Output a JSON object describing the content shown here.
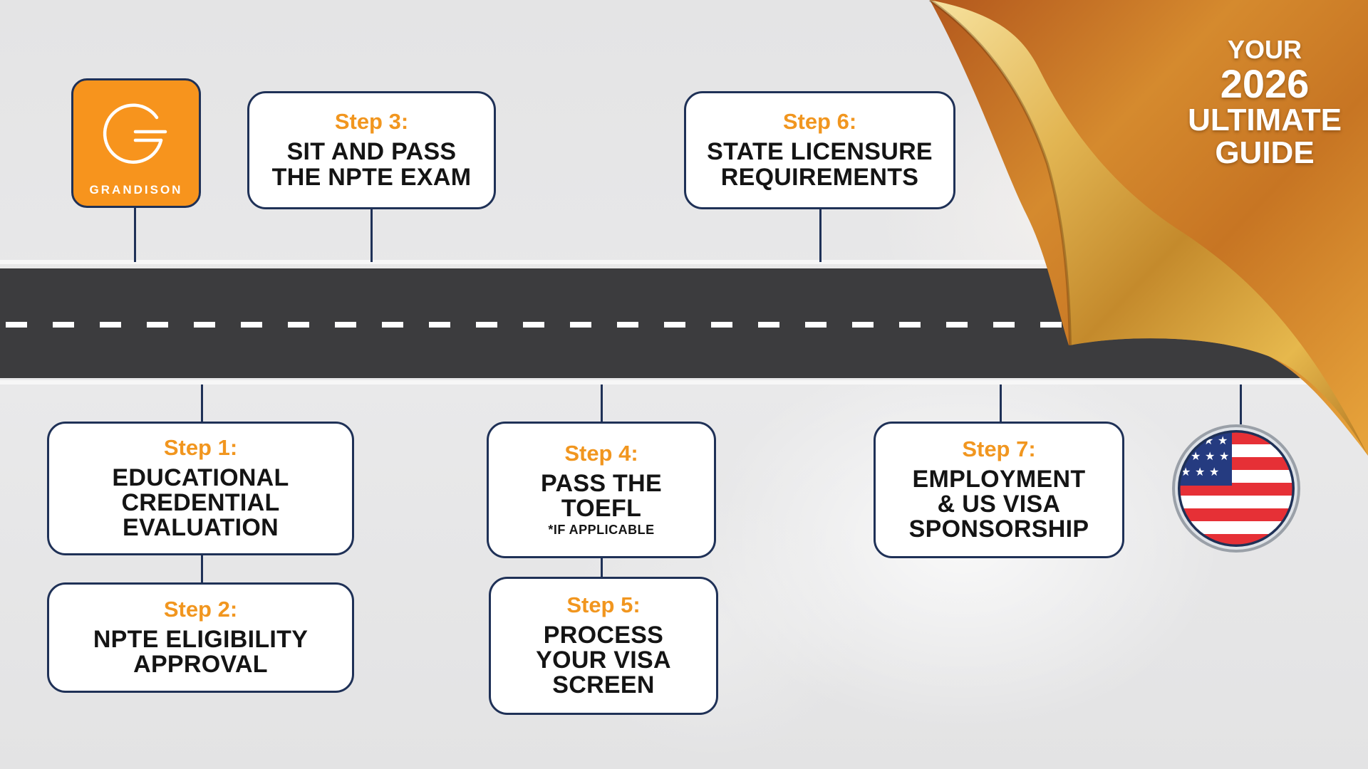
{
  "logo": {
    "brand": "GRANDISON"
  },
  "steps": [
    {
      "label": "Step 1:",
      "title": "EDUCATIONAL\nCREDENTIAL\nEVALUATION"
    },
    {
      "label": "Step 2:",
      "title": "NPTE ELIGIBILITY\nAPPROVAL"
    },
    {
      "label": "Step 3:",
      "title": "SIT AND PASS\nTHE NPTE EXAM"
    },
    {
      "label": "Step 4:",
      "title": "PASS THE\nTOEFL",
      "note": "*IF APPLICABLE"
    },
    {
      "label": "Step 5:",
      "title": "PROCESS\nYOUR VISA\nSCREEN"
    },
    {
      "label": "Step 6:",
      "title": "STATE LICENSURE\nREQUIREMENTS"
    },
    {
      "label": "Step 7:",
      "title": "EMPLOYMENT\n& US VISA\nSPONSORSHIP"
    }
  ],
  "guide": {
    "line1": "YOUR",
    "line2": "2026",
    "line3": "ULTIMATE",
    "line4": "GUIDE"
  },
  "colors": {
    "accent": "#f1961f",
    "border": "#1f3157",
    "road": "#3c3c3e",
    "gold": "#d9a03a"
  },
  "icons": {
    "logo": "grandison-g-logo",
    "flag": "us-flag-icon"
  }
}
